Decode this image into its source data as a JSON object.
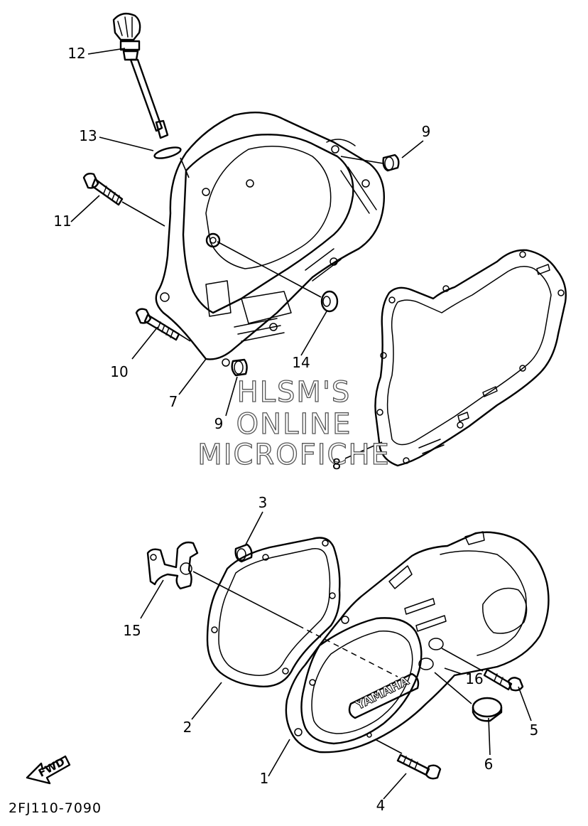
{
  "diagram_code": "2FJ110-7090",
  "watermark": {
    "line1": "HLSM'S",
    "line2": "ONLINE",
    "line3": "MICROFICHE"
  },
  "brand_label": "YAMAHA",
  "fwd_label": "FWD",
  "callouts": {
    "c1": "1",
    "c2": "2",
    "c3": "3",
    "c4": "4",
    "c5": "5",
    "c6": "6",
    "c7": "7",
    "c8": "8",
    "c9a": "9",
    "c9b": "9",
    "c10": "10",
    "c11": "11",
    "c12": "12",
    "c13": "13",
    "c14": "14",
    "c15": "15",
    "c16": "16"
  }
}
